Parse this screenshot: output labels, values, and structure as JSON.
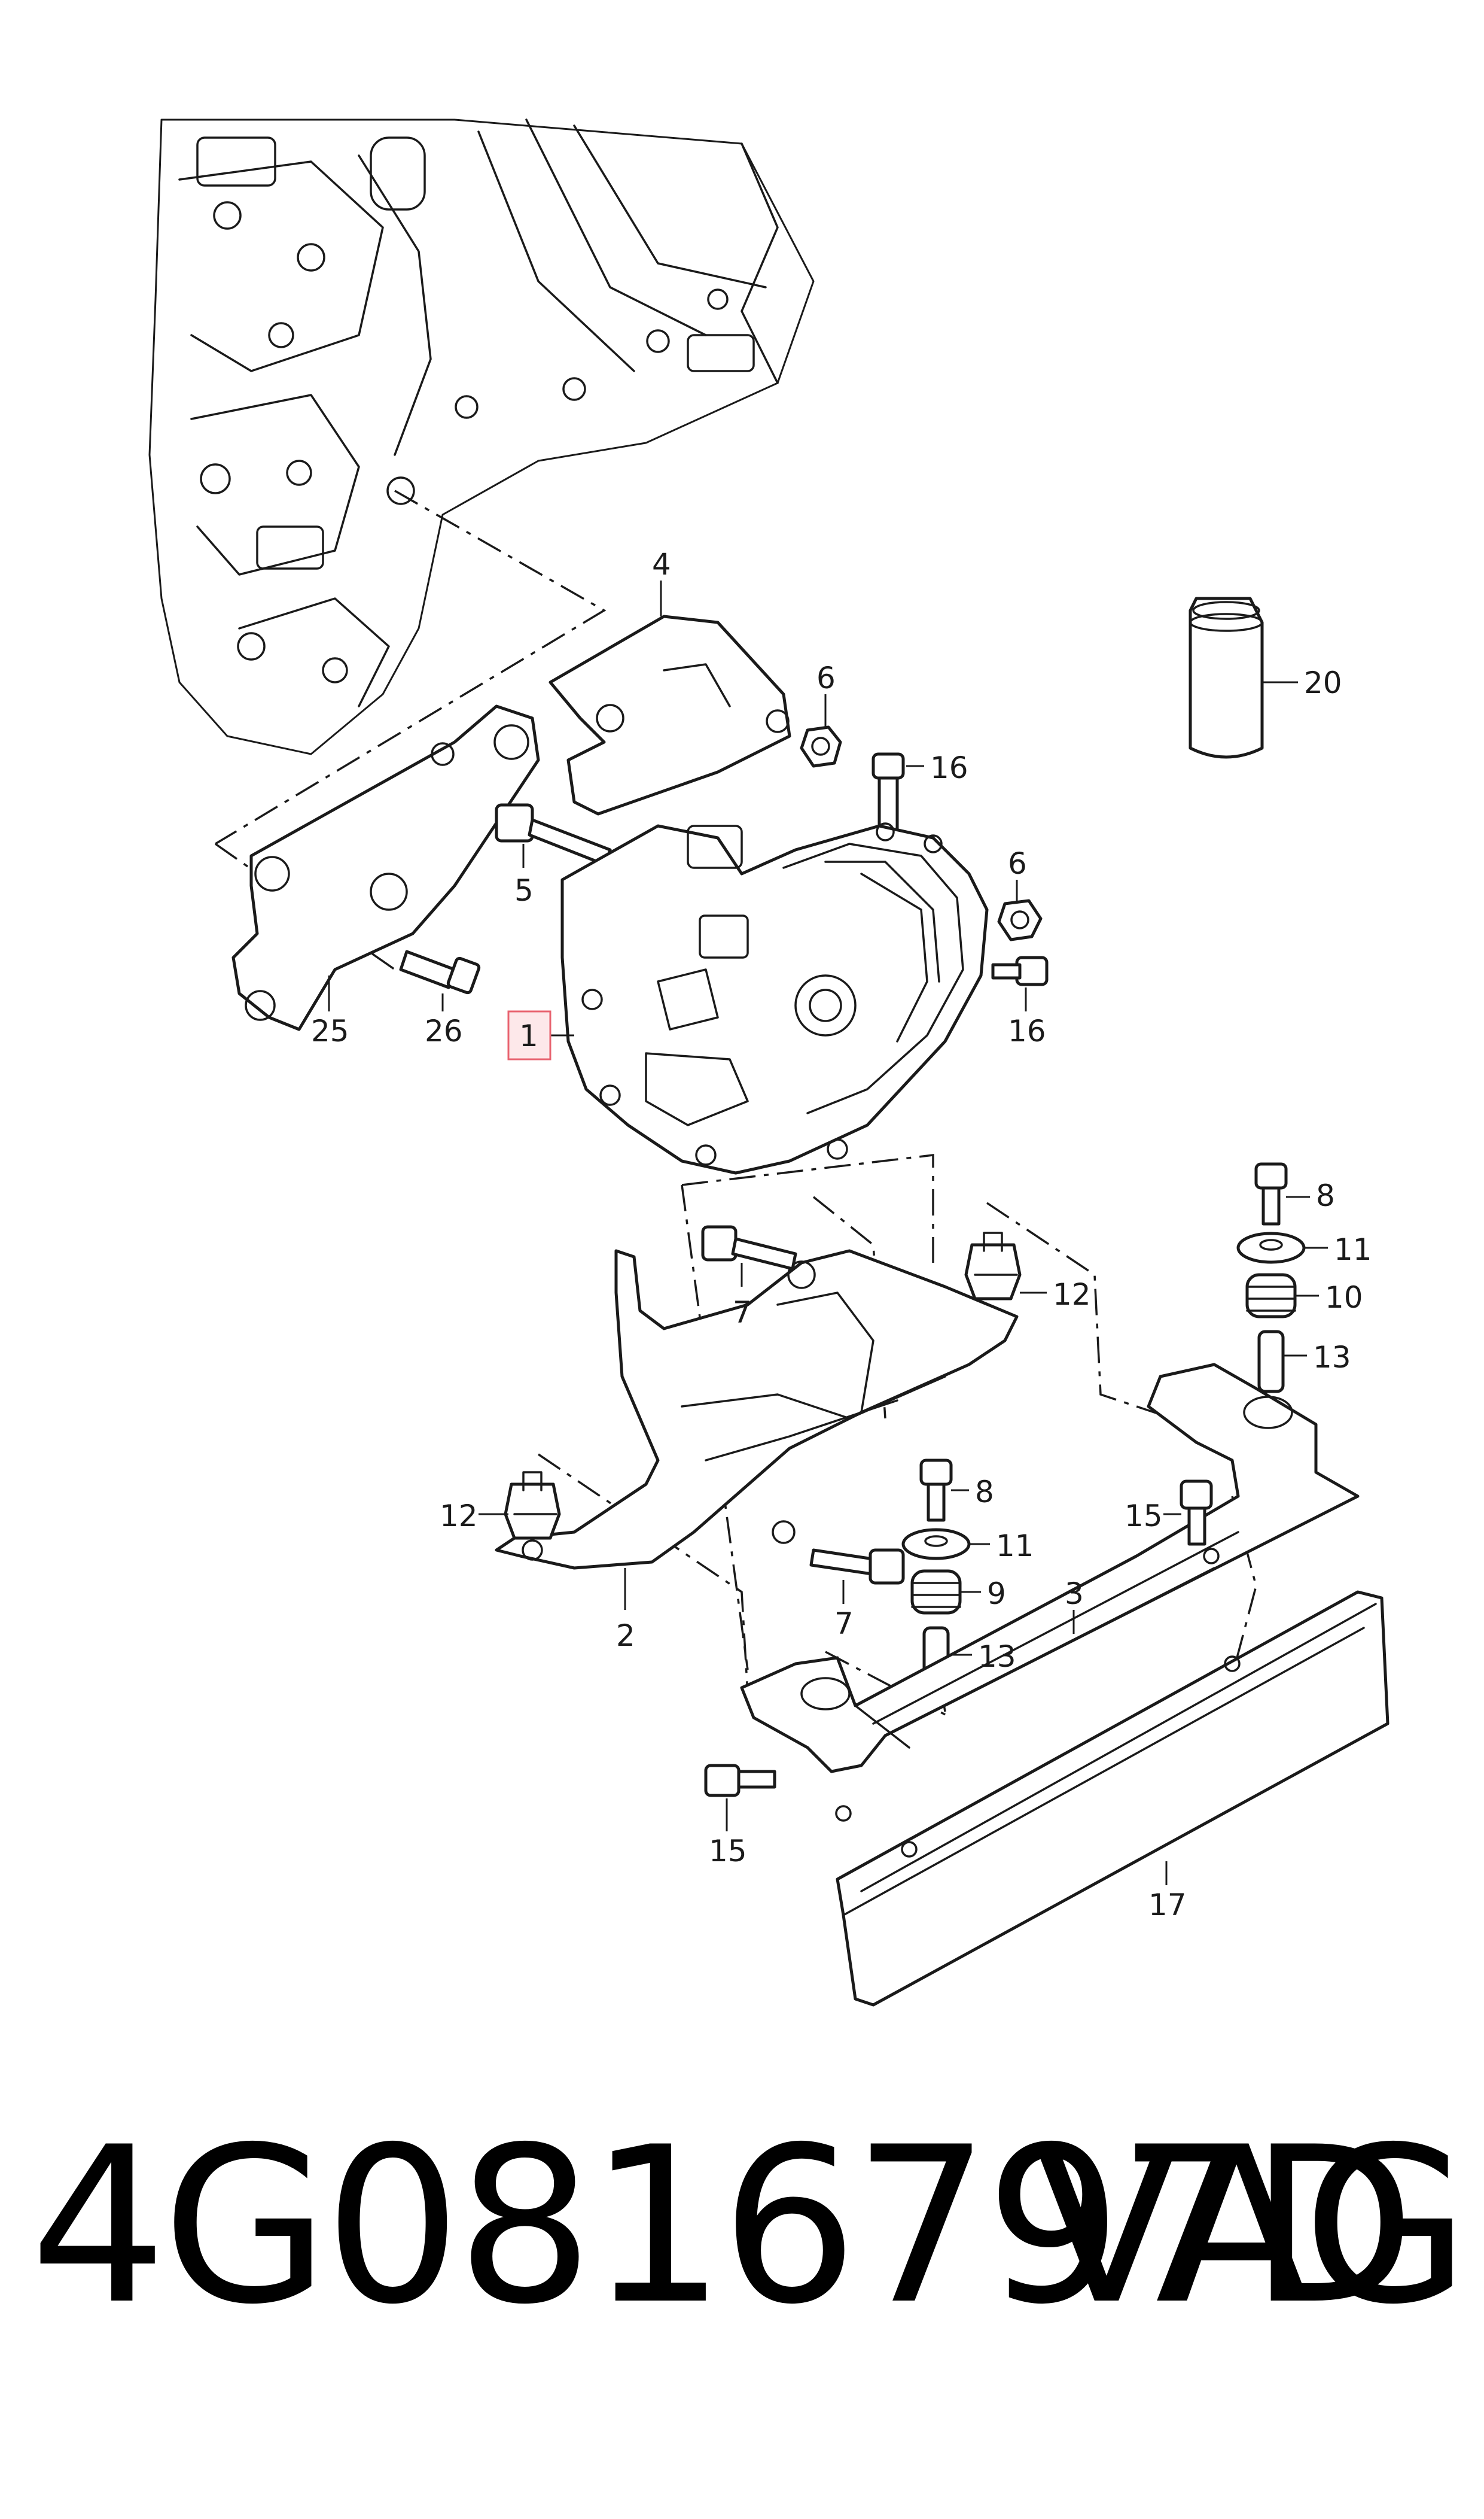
{
  "diagram": {
    "callouts": [
      {
        "id": "c1",
        "label": "1",
        "highlighted": true
      },
      {
        "id": "c2",
        "label": "2"
      },
      {
        "id": "c3",
        "label": "3"
      },
      {
        "id": "c4",
        "label": "4"
      },
      {
        "id": "c5",
        "label": "5"
      },
      {
        "id": "c6a",
        "label": "6"
      },
      {
        "id": "c6b",
        "label": "6"
      },
      {
        "id": "c7a",
        "label": "7"
      },
      {
        "id": "c7b",
        "label": "7"
      },
      {
        "id": "c8a",
        "label": "8"
      },
      {
        "id": "c8b",
        "label": "8"
      },
      {
        "id": "c9",
        "label": "9"
      },
      {
        "id": "c10",
        "label": "10"
      },
      {
        "id": "c11a",
        "label": "11"
      },
      {
        "id": "c11b",
        "label": "11"
      },
      {
        "id": "c12a",
        "label": "12"
      },
      {
        "id": "c12b",
        "label": "12"
      },
      {
        "id": "c13a",
        "label": "13"
      },
      {
        "id": "c13b",
        "label": "13"
      },
      {
        "id": "c15a",
        "label": "15"
      },
      {
        "id": "c15b",
        "label": "15"
      },
      {
        "id": "c16a",
        "label": "16"
      },
      {
        "id": "c16b",
        "label": "16"
      },
      {
        "id": "c17",
        "label": "17"
      },
      {
        "id": "c20",
        "label": "20"
      },
      {
        "id": "c25",
        "label": "25"
      },
      {
        "id": "c26",
        "label": "26"
      }
    ],
    "highlight_color": "#e8626f"
  },
  "footer": {
    "part_number": "4G0816797D",
    "brand": "VAG"
  }
}
